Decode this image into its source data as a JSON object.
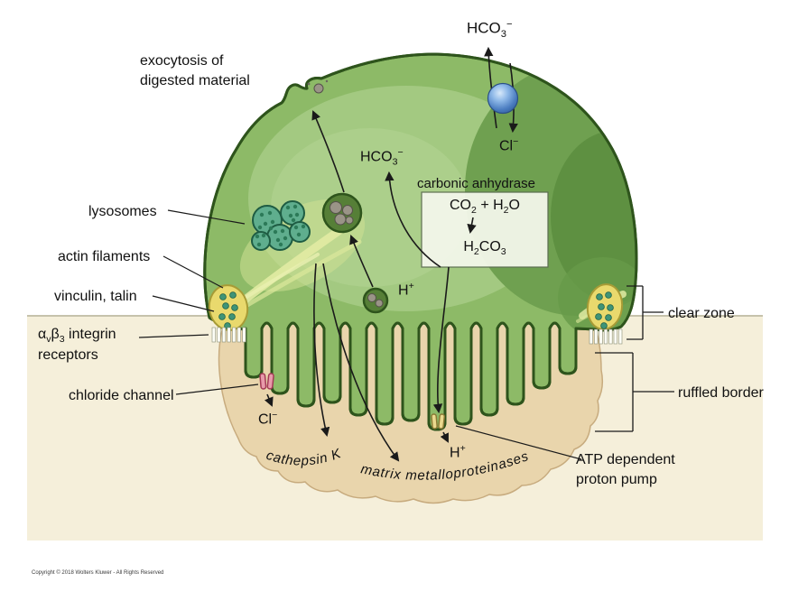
{
  "labels": {
    "exocytosis_line1": "exocytosis of",
    "exocytosis_line2": "digested material",
    "lysosomes": "lysosomes",
    "actin_filaments": "actin filaments",
    "vinculin_talin": "vinculin, talin",
    "integrin_alpha": "α",
    "integrin_sub_v": "v",
    "integrin_beta": "β",
    "integrin_sub_3": "3",
    "integrin_rest": " integrin",
    "integrin_line2": "receptors",
    "chloride_channel": "chloride channel",
    "carbonic_anhydrase": "carbonic anhydrase",
    "clear_zone": "clear zone",
    "ruffled_border": "ruffled border",
    "atp_line1": "ATP dependent",
    "atp_line2": "proton pump",
    "cathepsin_k": "cathepsin K",
    "mmp": "matrix metalloproteinases",
    "copyright": "Copyright © 2018 Wolters Kluwer - All Rights Reserved"
  },
  "chem": {
    "hco3_top": {
      "base": "HCO",
      "sub": "3",
      "sup": "−"
    },
    "hco3_mid": {
      "base": "HCO",
      "sub": "3",
      "sup": "−"
    },
    "cl_exchanger": {
      "base": "Cl",
      "sup": "−"
    },
    "cl_secreted": {
      "base": "Cl",
      "sup": "−"
    },
    "h_cytosol": {
      "base": "H",
      "sup": "+"
    },
    "h_secreted": {
      "base": "H",
      "sup": "+"
    },
    "co2_h2o": {
      "p1": "CO",
      "s1": "2",
      "p2": " + H",
      "s2": "2",
      "p3": "O"
    },
    "h2co3": {
      "p1": "H",
      "s1": "2",
      "p2": "CO",
      "s2": "3"
    }
  },
  "colors": {
    "cell_green": "#8dba67",
    "cell_green_light": "#a3c981",
    "cell_green_dark": "#6fa050",
    "cell_outline": "#2e541c",
    "bone_pit_beige": "#e9d5ac",
    "background_band": "#f5efda",
    "lysosome_teal": "#5fae8e",
    "vesicle_green": "#567f37",
    "granule_gray": "#9a9487",
    "exchanger_blue": "#4a7cc0",
    "clear_zone_yellow": "#e9d96d",
    "chloride_channel_pink": "#e89aaa",
    "proton_pump_yellow": "#ead98e"
  }
}
